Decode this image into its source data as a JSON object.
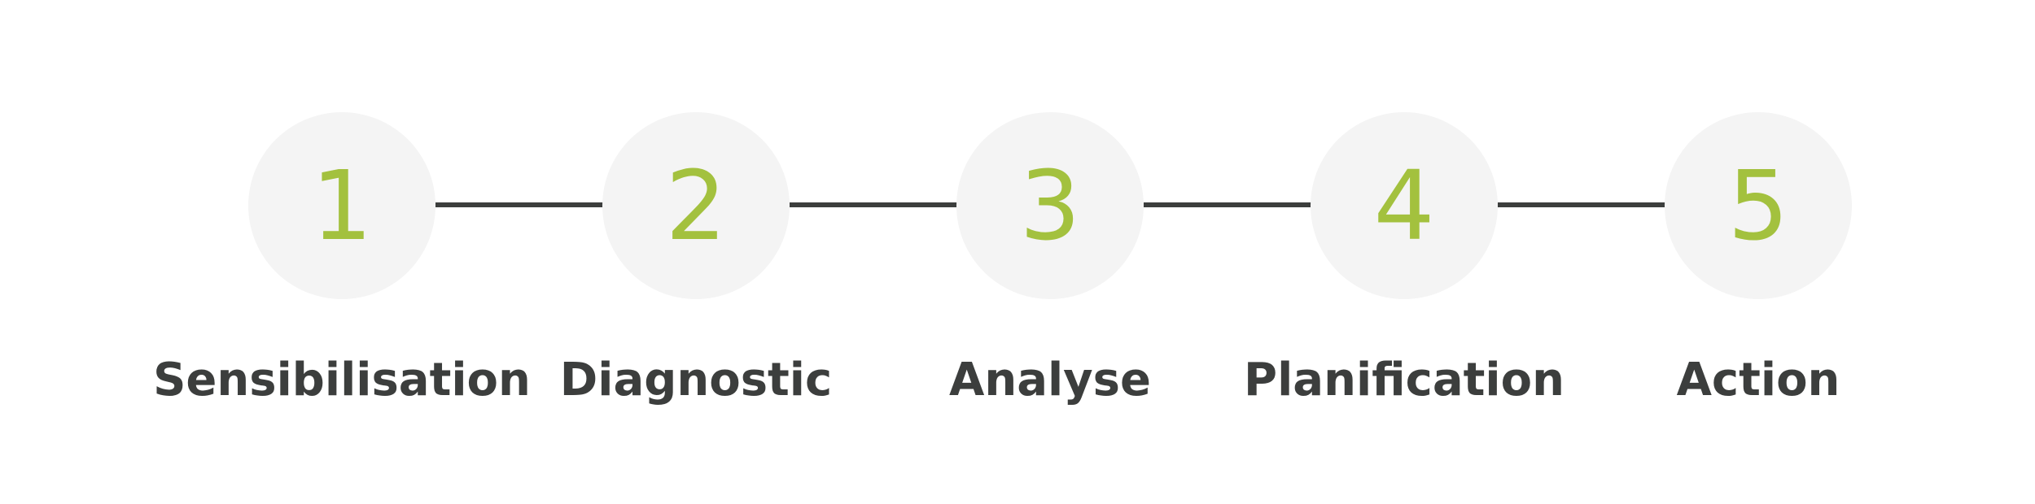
{
  "colors": {
    "accent": "#a3c13e",
    "text": "#3c3e3d",
    "circle_fill": "#f4f4f4",
    "connector": "#3c3e3d"
  },
  "steps": [
    {
      "number": "1",
      "label": "Sensibilisation"
    },
    {
      "number": "2",
      "label": "Diagnostic"
    },
    {
      "number": "3",
      "label": "Analyse"
    },
    {
      "number": "4",
      "label": "Planification"
    },
    {
      "number": "5",
      "label": "Action"
    }
  ]
}
